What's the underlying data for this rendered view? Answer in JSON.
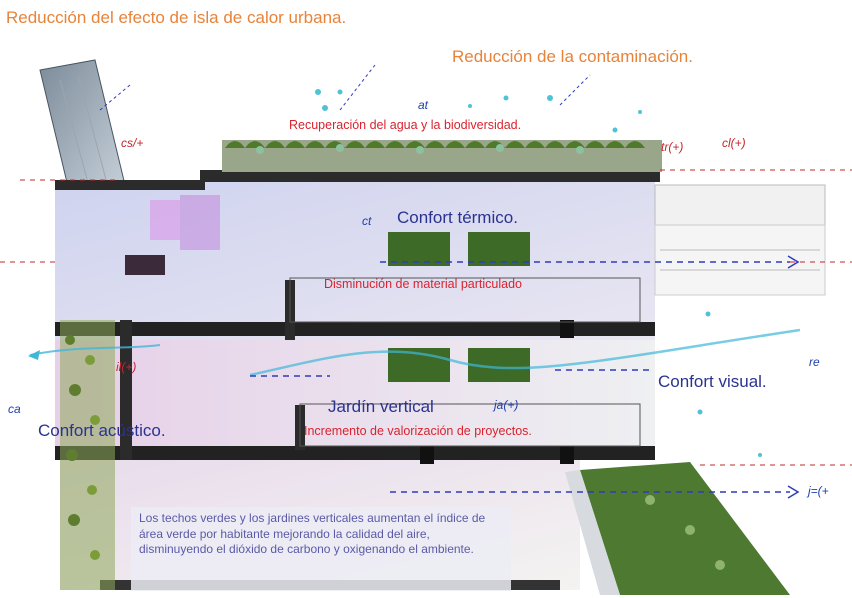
{
  "labels": {
    "urban_heat": "Reducción del efecto de isla de calor urbana.",
    "pollution": "Reducción de la contaminación.",
    "water_biodiversity": "Recuperación del agua y la biodiversidad.",
    "thermal": "Confort térmico.",
    "particulate": "Disminución de material particulado",
    "visual": "Confort visual.",
    "vertical_garden": "Jardín vertical",
    "acoustic": "Confort acústico.",
    "valuation": "Incremento de valorización de proyectos."
  },
  "sketch_marks": {
    "at": "at",
    "ct": "ct",
    "cs": "cs/+",
    "tr": "tr(+)",
    "cr": "cl(+)",
    "il": "il(+)",
    "ja": "ja(+)",
    "ca": "ca",
    "re": "re",
    "jr": "j=(+"
  },
  "caption": "Los techos verdes y los jardines verticales aumentan el índice de área verde por habitante mejorando la calidad del aire, disminuyendo el dióxido de carbono y oxigenando el ambiente.",
  "colors": {
    "orange": "#e8833a",
    "red": "#d9232e",
    "navy": "#2a3390",
    "caption": "#5a5aa8",
    "air_flow": "#3fb8d8"
  }
}
